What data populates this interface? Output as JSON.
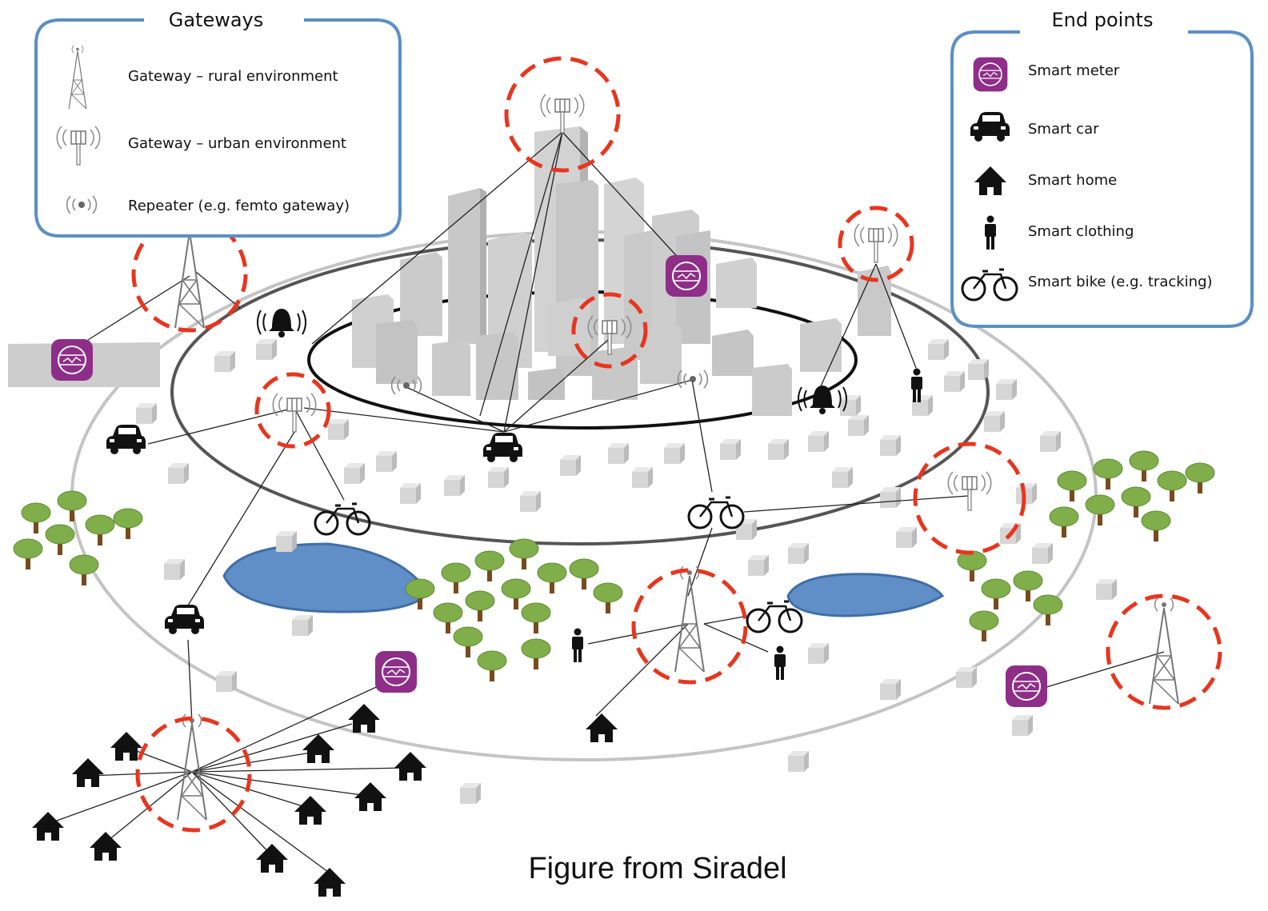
{
  "gateways_legend": {
    "title": "Gateways",
    "items": [
      {
        "label": "Gateway – rural environment",
        "icon": "rural-gateway-icon"
      },
      {
        "label": "Gateway – urban environment",
        "icon": "urban-gateway-icon"
      },
      {
        "label": "Repeater  (e.g. femto  gateway)",
        "icon": "repeater-icon"
      }
    ]
  },
  "endpoints_legend": {
    "title": "End points",
    "items": [
      {
        "label": "Smart meter",
        "icon": "smart-meter-icon"
      },
      {
        "label": "Smart car",
        "icon": "smart-car-icon"
      },
      {
        "label": "Smart home",
        "icon": "smart-home-icon"
      },
      {
        "label": "Smart clothing",
        "icon": "smart-clothing-icon"
      },
      {
        "label": "Smart bike (e.g. tracking)",
        "icon": "smart-bike-icon"
      }
    ]
  },
  "caption": "Figure from Siradel",
  "colors": {
    "legend_border": "#5b8fc6",
    "coverage_circle": "#e8351e",
    "smart_meter": "#8e2e88",
    "building": "#cfcfcf",
    "lake": "#5f8fc6",
    "tree_canopy": "#7fae4a",
    "tree_trunk": "#7a4a1e",
    "ring_outer": "#bdbdbd",
    "ring_middle": "#555555",
    "ring_inner": "#111111"
  }
}
